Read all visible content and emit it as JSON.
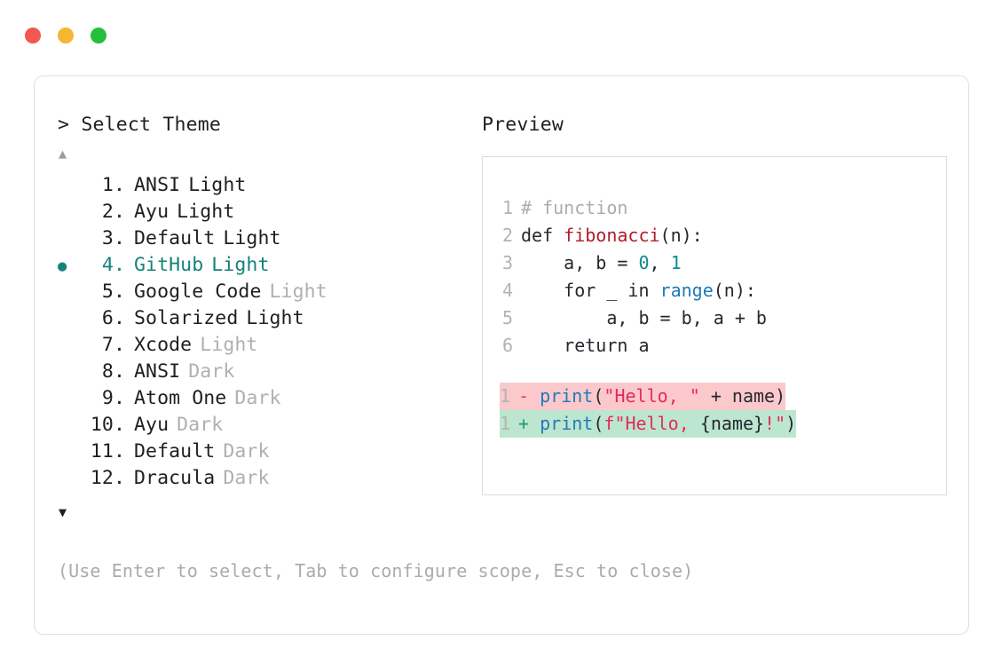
{
  "window": {
    "traffic_lights": [
      {
        "name": "close",
        "color": "#f2584f"
      },
      {
        "name": "minimize",
        "color": "#f4b731"
      },
      {
        "name": "maximize",
        "color": "#25bf3c"
      }
    ]
  },
  "left": {
    "prompt_caret": ">",
    "prompt_title": "Select Theme",
    "scroll_up_icon": "▲",
    "scroll_down_icon": "▼",
    "selected_bullet": "●",
    "selected_index": 4,
    "items": [
      {
        "number": " 1.",
        "name": "ANSI",
        "suffix": "Light",
        "suffix_muted": false,
        "selected": false
      },
      {
        "number": " 2.",
        "name": "Ayu",
        "suffix": "Light",
        "suffix_muted": false,
        "selected": false
      },
      {
        "number": " 3.",
        "name": "Default",
        "suffix": "Light",
        "suffix_muted": false,
        "selected": false
      },
      {
        "number": " 4.",
        "name": "GitHub",
        "suffix": "Light",
        "suffix_muted": false,
        "selected": true
      },
      {
        "number": " 5.",
        "name": "Google Code",
        "suffix": "Light",
        "suffix_muted": true,
        "selected": false
      },
      {
        "number": " 6.",
        "name": "Solarized",
        "suffix": "Light",
        "suffix_muted": false,
        "selected": false
      },
      {
        "number": " 7.",
        "name": "Xcode",
        "suffix": "Light",
        "suffix_muted": true,
        "selected": false
      },
      {
        "number": " 8.",
        "name": "ANSI",
        "suffix": "Dark",
        "suffix_muted": true,
        "selected": false
      },
      {
        "number": " 9.",
        "name": "Atom One",
        "suffix": "Dark",
        "suffix_muted": true,
        "selected": false
      },
      {
        "number": "10.",
        "name": "Ayu",
        "suffix": "Dark",
        "suffix_muted": true,
        "selected": false
      },
      {
        "number": "11.",
        "name": "Default",
        "suffix": "Dark",
        "suffix_muted": true,
        "selected": false
      },
      {
        "number": "12.",
        "name": "Dracula",
        "suffix": "Dark",
        "suffix_muted": true,
        "selected": false
      }
    ],
    "hint": "(Use Enter to select, Tab to configure scope, Esc to close)"
  },
  "right": {
    "preview_label": "Preview",
    "code_lines": [
      {
        "ln": "1",
        "tokens": [
          {
            "t": "# function",
            "c": "comment"
          }
        ]
      },
      {
        "ln": "2",
        "tokens": [
          {
            "t": "def ",
            "c": "plain"
          },
          {
            "t": "fibonacci",
            "c": "func"
          },
          {
            "t": "(n):",
            "c": "punct"
          }
        ]
      },
      {
        "ln": "3",
        "tokens": [
          {
            "t": "    a, b = ",
            "c": "plain"
          },
          {
            "t": "0",
            "c": "num"
          },
          {
            "t": ", ",
            "c": "plain"
          },
          {
            "t": "1",
            "c": "num"
          }
        ]
      },
      {
        "ln": "4",
        "tokens": [
          {
            "t": "    for _ in ",
            "c": "plain"
          },
          {
            "t": "range",
            "c": "builtin"
          },
          {
            "t": "(n):",
            "c": "punct"
          }
        ]
      },
      {
        "ln": "5",
        "tokens": [
          {
            "t": "        a, b = b, a + b",
            "c": "plain"
          }
        ]
      },
      {
        "ln": "6",
        "tokens": [
          {
            "t": "    return a",
            "c": "plain"
          }
        ]
      }
    ],
    "diff_lines": [
      {
        "ln": "1",
        "kind": "del",
        "sign": "-",
        "tokens": [
          {
            "t": "print",
            "c": "builtin"
          },
          {
            "t": "(",
            "c": "punct"
          },
          {
            "t": "\"Hello, \"",
            "c": "string"
          },
          {
            "t": " + name)",
            "c": "plain"
          }
        ]
      },
      {
        "ln": "1",
        "kind": "add",
        "sign": "+",
        "tokens": [
          {
            "t": "print",
            "c": "builtin"
          },
          {
            "t": "(",
            "c": "punct"
          },
          {
            "t": "f\"Hello, ",
            "c": "string"
          },
          {
            "t": "{name}",
            "c": "plain"
          },
          {
            "t": "!\"",
            "c": "string"
          },
          {
            "t": ")",
            "c": "punct"
          }
        ]
      }
    ]
  },
  "colors": {
    "accent_teal": "#16827b",
    "diff_del_bg": "#fbc9cc",
    "diff_add_bg": "#bde6d0",
    "muted_text": "#b0b0b0",
    "border": "#dedede"
  }
}
